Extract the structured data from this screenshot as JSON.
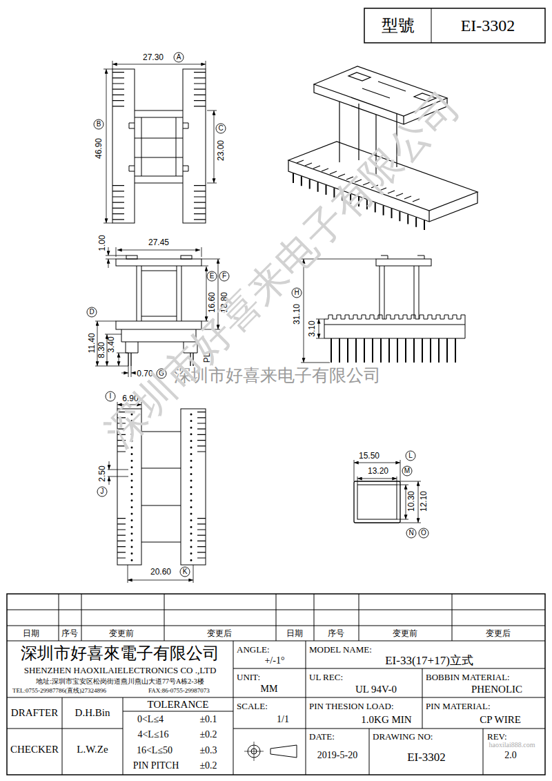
{
  "diagram": {
    "labels": [
      "型號",
      "EI-3302",
      "27.30",
      "A",
      "46.90",
      "B",
      "23.00",
      "C",
      "1.00",
      "27.45",
      "16.60",
      "E",
      "18.80",
      "F",
      "11.40",
      "D",
      "8.30",
      "3.40",
      "0.70",
      "G",
      "PL",
      "31.10",
      "H",
      "3.10",
      "深圳市好喜来电子有限公司",
      "I",
      "6.90",
      "2.50",
      "J",
      "20.60",
      "K",
      "15.50",
      "L",
      "13.20",
      "M",
      "10.30",
      "12.10",
      "N",
      "O",
      "深圳市好喜来电子有限公司",
      "日期",
      "序号",
      "变更前",
      "变更后",
      "日期",
      "序号",
      "变更前",
      "变更后",
      "深圳市好喜來電子有限公司",
      "SHENZHEN HAOXILAIELECTRONICS CO .,LTD",
      "地址:深圳市宝安区松岗街道燕川燕山大道77号A栋2-3楼",
      "TEL:0755-29987786(直线)27324896",
      "FAX:86-0755-29987073",
      "ANGLE:",
      "+/-1°",
      "MODEL NAME:",
      "EI-33(17+17)立式",
      "UNIT:",
      "MM",
      "UL REC:",
      "UL 94V-0",
      "BOBBIN MATERIAL:",
      "PHENOLIC",
      "DRAFTER",
      "D.H.Bin",
      "TOLERANCE",
      "0<L≤4",
      "±0.1",
      "4<L≤16",
      "±0.2",
      "16<L≤50",
      "±0.3",
      "PIN PITCH",
      "±0.2",
      "SCALE:",
      "1/1",
      "PIN THESION LOAD:",
      "1.0KG MIN",
      "PIN MATERIAL:",
      "CP WIRE",
      "CHECKER",
      "L.W.Ze",
      "DATE:",
      "2019-5-20",
      "DRAWING NO:",
      "EI-3302",
      "REV:",
      "2.0",
      "haoxilai888.com"
    ]
  }
}
